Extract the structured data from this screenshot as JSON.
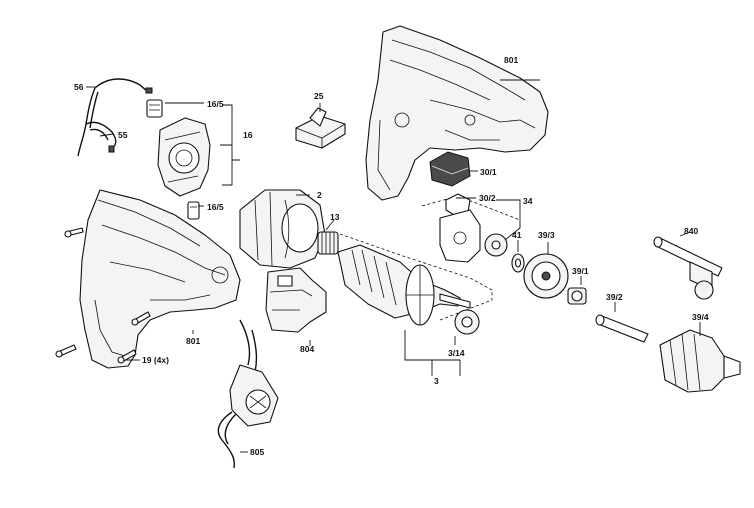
{
  "labels": {
    "p801_top": "801",
    "p801_bottom": "801",
    "p56": "56",
    "p55": "55",
    "p16_5_top": "16/5",
    "p16": "16",
    "p16_5_bottom": "16/5",
    "p25": "25",
    "p2": "2",
    "p13": "13",
    "p30_1": "30/1",
    "p30_2": "30/2",
    "p34": "34",
    "p41": "41",
    "p39_3": "39/3",
    "p39_1": "39/1",
    "p39_2": "39/2",
    "p39_4": "39/4",
    "p840": "840",
    "p804": "804",
    "p3_14": "3/14",
    "p3": "3",
    "p19": "19 (4x)",
    "p805": "805"
  }
}
